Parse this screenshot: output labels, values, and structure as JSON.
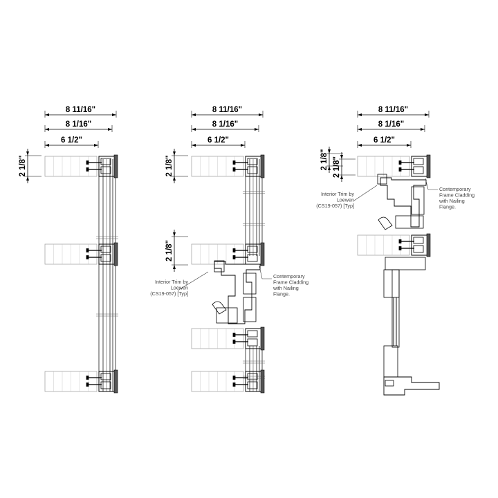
{
  "panels": [
    {
      "id": "left",
      "dims": {
        "overall": "8 11/16\"",
        "frame": "8 1/16\"",
        "trim": "6 1/2\"",
        "vertical": [
          "2 1/8\""
        ]
      }
    },
    {
      "id": "middle",
      "dims": {
        "overall": "8 11/16\"",
        "frame": "8 1/16\"",
        "trim": "6 1/2\"",
        "vertical": [
          "2 1/8\"",
          "2 1/8\""
        ]
      },
      "notes": {
        "interior_trim": [
          "Interior Trim by",
          "Loewen",
          "(CS19-057) [Typ]"
        ],
        "cladding": [
          "Contemporary",
          "Frame Cladding",
          "with Nailing",
          "Flange."
        ]
      }
    },
    {
      "id": "right",
      "dims": {
        "overall": "8 11/16\"",
        "frame": "8 1/16\"",
        "trim": "6 1/2\"",
        "vertical": [
          "2 1/8\"",
          "2 1/8\""
        ]
      },
      "notes": {
        "interior_trim": [
          "Interior Trim by",
          "Loewen",
          "(CS19-057) [Typ]"
        ],
        "cladding": [
          "Contemporary",
          "Frame Cladding",
          "with Nailing",
          "Flange."
        ]
      }
    }
  ]
}
